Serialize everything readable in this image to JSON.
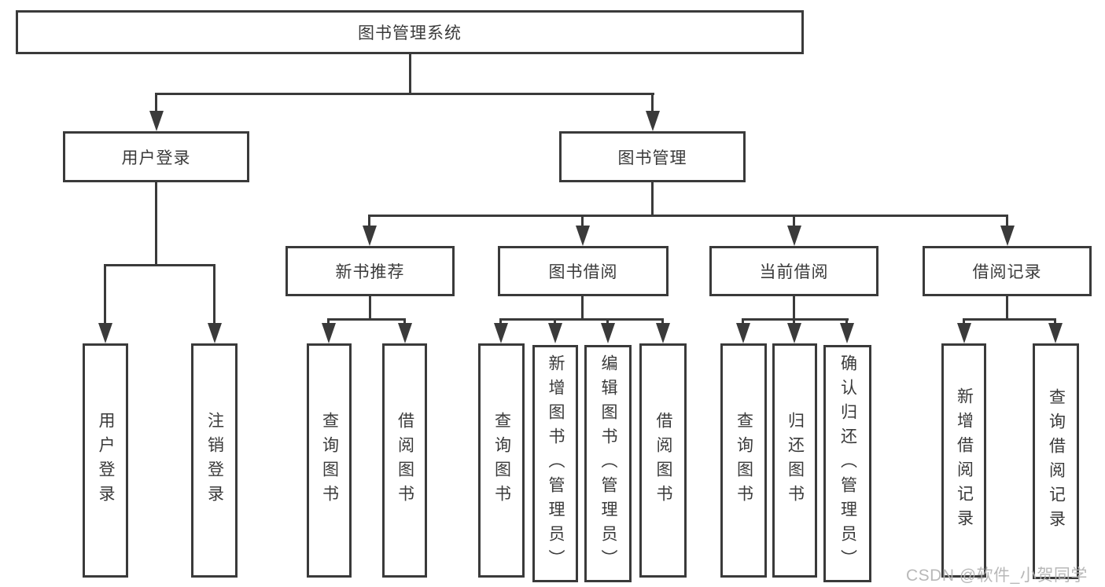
{
  "diagram": {
    "root": {
      "label": "图书管理系统"
    },
    "user_branch": {
      "label": "用户登录",
      "children": [
        {
          "label": "用户登录"
        },
        {
          "label": "注销登录"
        }
      ]
    },
    "book_branch": {
      "label": "图书管理",
      "groups": [
        {
          "label": "新书推荐",
          "children": [
            {
              "label": "查询图书"
            },
            {
              "label": "借阅图书"
            }
          ]
        },
        {
          "label": "图书借阅",
          "children": [
            {
              "label": "查询图书"
            },
            {
              "label": "新增图书（管理员）"
            },
            {
              "label": "编辑图书（管理员）"
            },
            {
              "label": "借阅图书"
            }
          ]
        },
        {
          "label": "当前借阅",
          "children": [
            {
              "label": "查询图书"
            },
            {
              "label": "归还图书"
            },
            {
              "label": "确认归还（管理员）"
            }
          ]
        },
        {
          "label": "借阅记录",
          "children": [
            {
              "label": "新增借阅记录"
            },
            {
              "label": "查询借阅记录"
            }
          ]
        }
      ]
    },
    "watermark": "CSDN @软件_小贺同学",
    "colors": {
      "line": "#3a3a3a",
      "text": "#3a3a3a",
      "watermark": "#b3b3b3",
      "background": "#ffffff"
    }
  }
}
